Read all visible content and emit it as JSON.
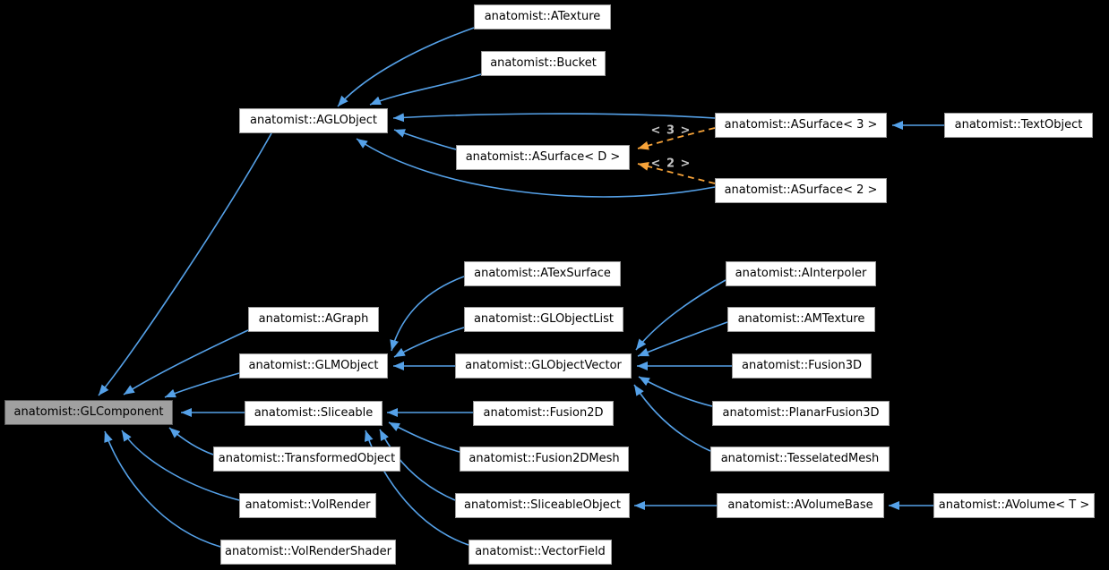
{
  "diagram": {
    "kind": "class-inheritance-graph",
    "namespace": "anatomist",
    "focus_class": "anatomist::GLComponent"
  },
  "colors": {
    "background": "#000000",
    "node_fill": "#ffffff",
    "node_border": "#9c9c9c",
    "node_text": "#000000",
    "highlight_node_fill": "#a0a0a0",
    "highlight_node_border": "#595959",
    "inheritance_arrow": "#55a1e8",
    "template_arrow": "#f7a339",
    "edge_label_text": "#c4c4c4"
  },
  "nodes": [
    {
      "label": "anatomist::ATexture"
    },
    {
      "label": "anatomist::Bucket"
    },
    {
      "label": "anatomist::AGLObject"
    },
    {
      "label": "anatomist::ASurface< D >"
    },
    {
      "label": "anatomist::ASurface< 3 >"
    },
    {
      "label": "anatomist::TextObject"
    },
    {
      "label": "anatomist::ASurface< 2 >"
    },
    {
      "label": "anatomist::ATexSurface"
    },
    {
      "label": "anatomist::AInterpoler"
    },
    {
      "label": "anatomist::AGraph"
    },
    {
      "label": "anatomist::GLObjectList"
    },
    {
      "label": "anatomist::AMTexture"
    },
    {
      "label": "anatomist::GLMObject"
    },
    {
      "label": "anatomist::GLObjectVector"
    },
    {
      "label": "anatomist::Fusion3D"
    },
    {
      "label": "anatomist::GLComponent",
      "highlighted": true
    },
    {
      "label": "anatomist::Sliceable"
    },
    {
      "label": "anatomist::Fusion2D"
    },
    {
      "label": "anatomist::PlanarFusion3D"
    },
    {
      "label": "anatomist::TransformedObject"
    },
    {
      "label": "anatomist::Fusion2DMesh"
    },
    {
      "label": "anatomist::TesselatedMesh"
    },
    {
      "label": "anatomist::VolRender"
    },
    {
      "label": "anatomist::SliceableObject"
    },
    {
      "label": "anatomist::AVolumeBase"
    },
    {
      "label": "anatomist::AVolume< T >"
    },
    {
      "label": "anatomist::VolRenderShader"
    },
    {
      "label": "anatomist::VectorField"
    }
  ],
  "edge_labels": [
    "< 3 >",
    "< 2 >"
  ],
  "edges": [
    {
      "from": "anatomist::ATexture",
      "to": "anatomist::AGLObject",
      "type": "inheritance"
    },
    {
      "from": "anatomist::Bucket",
      "to": "anatomist::AGLObject",
      "type": "inheritance"
    },
    {
      "from": "anatomist::ASurface< 3 >",
      "to": "anatomist::AGLObject",
      "type": "inheritance"
    },
    {
      "from": "anatomist::ASurface< D >",
      "to": "anatomist::AGLObject",
      "type": "inheritance"
    },
    {
      "from": "anatomist::ASurface< 2 >",
      "to": "anatomist::AGLObject",
      "type": "inheritance"
    },
    {
      "from": "anatomist::TextObject",
      "to": "anatomist::ASurface< 3 >",
      "type": "inheritance"
    },
    {
      "from": "anatomist::ASurface< 3 >",
      "to": "anatomist::ASurface< D >",
      "type": "template-instance",
      "label": "< 3 >"
    },
    {
      "from": "anatomist::ASurface< 2 >",
      "to": "anatomist::ASurface< D >",
      "type": "template-instance",
      "label": "< 2 >"
    },
    {
      "from": "anatomist::AGLObject",
      "to": "anatomist::GLComponent",
      "type": "inheritance"
    },
    {
      "from": "anatomist::AGraph",
      "to": "anatomist::GLComponent",
      "type": "inheritance"
    },
    {
      "from": "anatomist::GLMObject",
      "to": "anatomist::GLComponent",
      "type": "inheritance"
    },
    {
      "from": "anatomist::Sliceable",
      "to": "anatomist::GLComponent",
      "type": "inheritance"
    },
    {
      "from": "anatomist::TransformedObject",
      "to": "anatomist::GLComponent",
      "type": "inheritance"
    },
    {
      "from": "anatomist::VolRender",
      "to": "anatomist::GLComponent",
      "type": "inheritance"
    },
    {
      "from": "anatomist::VolRenderShader",
      "to": "anatomist::GLComponent",
      "type": "inheritance"
    },
    {
      "from": "anatomist::ATexSurface",
      "to": "anatomist::GLMObject",
      "type": "inheritance"
    },
    {
      "from": "anatomist::GLObjectList",
      "to": "anatomist::GLMObject",
      "type": "inheritance"
    },
    {
      "from": "anatomist::GLObjectVector",
      "to": "anatomist::GLMObject",
      "type": "inheritance"
    },
    {
      "from": "anatomist::AInterpoler",
      "to": "anatomist::GLObjectVector",
      "type": "inheritance"
    },
    {
      "from": "anatomist::AMTexture",
      "to": "anatomist::GLObjectVector",
      "type": "inheritance"
    },
    {
      "from": "anatomist::Fusion3D",
      "to": "anatomist::GLObjectVector",
      "type": "inheritance"
    },
    {
      "from": "anatomist::PlanarFusion3D",
      "to": "anatomist::GLObjectVector",
      "type": "inheritance"
    },
    {
      "from": "anatomist::TesselatedMesh",
      "to": "anatomist::GLObjectVector",
      "type": "inheritance"
    },
    {
      "from": "anatomist::Fusion2D",
      "to": "anatomist::Sliceable",
      "type": "inheritance"
    },
    {
      "from": "anatomist::Fusion2DMesh",
      "to": "anatomist::Sliceable",
      "type": "inheritance"
    },
    {
      "from": "anatomist::SliceableObject",
      "to": "anatomist::Sliceable",
      "type": "inheritance"
    },
    {
      "from": "anatomist::VectorField",
      "to": "anatomist::Sliceable",
      "type": "inheritance"
    },
    {
      "from": "anatomist::AVolumeBase",
      "to": "anatomist::SliceableObject",
      "type": "inheritance"
    },
    {
      "from": "anatomist::AVolume< T >",
      "to": "anatomist::AVolumeBase",
      "type": "inheritance"
    }
  ]
}
